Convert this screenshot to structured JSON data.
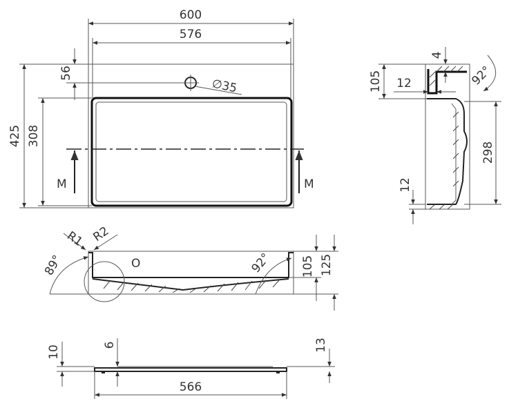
{
  "top_view": {
    "dim_overall_width": "600",
    "dim_inner_width": "576",
    "dim_overall_depth": "425",
    "dim_bowl_depth": "308",
    "dim_tap_offset": "56",
    "dim_tap_hole": "∅35",
    "section_label_left": "M",
    "section_label_right": "M"
  },
  "side_section": {
    "dim_height": "105",
    "dim_wall": "4",
    "dim_rim": "12",
    "dim_angle": "92°",
    "dim_inner_depth": "298",
    "dim_bottom": "12"
  },
  "front_section": {
    "dim_r1": "R1",
    "dim_r2": "R2",
    "dim_angle_left": "89°",
    "dim_angle_right": "92°",
    "detail_label": "O",
    "dim_height_inner": "105",
    "dim_height_outer": "125"
  },
  "base_view": {
    "dim_left": "10",
    "dim_mid": "6",
    "dim_right": "13",
    "dim_width": "566"
  }
}
